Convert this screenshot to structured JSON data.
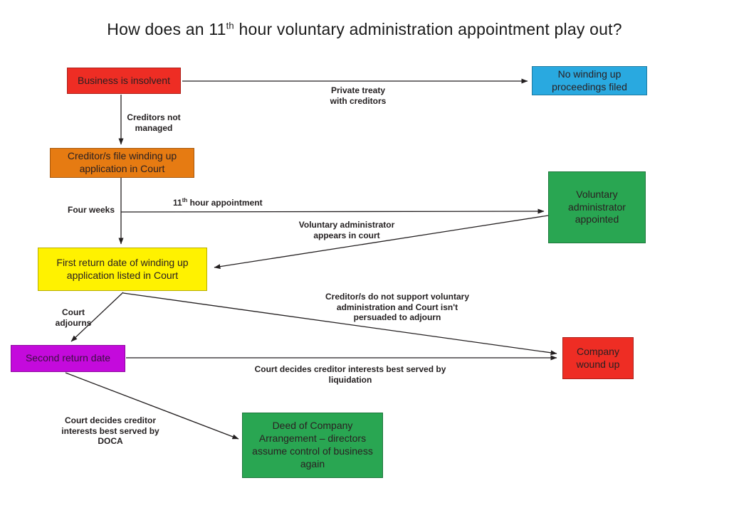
{
  "title": {
    "prefix": "How does an 11",
    "superscript": "th",
    "suffix": " hour voluntary administration appointment play out?"
  },
  "nodes": {
    "business_insolvent": "Business is insolvent",
    "no_winding_up": "No winding up\nproceedings filed",
    "creditors_file": "Creditor/s file winding up\napplication in Court",
    "voluntary_administrator": "Voluntary\nadministrator\nappointed",
    "first_return": "First return date of winding up\napplication listed in Court",
    "second_return": "Second return date",
    "company_wound_up": "Company\nwound up",
    "doca": "Deed of Company\nArrangement – directors\nassume control of business\nagain"
  },
  "edge_labels": {
    "private_treaty": "Private treaty\nwith creditors",
    "creditors_not_managed": "Creditors not\nmanaged",
    "four_weeks": "Four weeks",
    "eleventh_hour_prefix": "11",
    "eleventh_hour_sup": "th",
    "eleventh_hour_suffix": " hour appointment",
    "va_appears": "Voluntary administrator\nappears in court",
    "court_adjourns": "Court\nadjourns",
    "no_support": "Creditor/s do not support voluntary\nadministration and Court isn't\npersuaded to adjourn",
    "liquidation": "Court decides creditor interests best served by\nliquidation",
    "doca_decision": "Court decides creditor\ninterests best served by\nDOCA"
  },
  "colors": {
    "red": "#EE2D24",
    "blue": "#29A9E0",
    "orange": "#E67B12",
    "green": "#29A652",
    "yellow": "#FFF200",
    "magenta": "#C40ADC",
    "line": "#231F20"
  }
}
